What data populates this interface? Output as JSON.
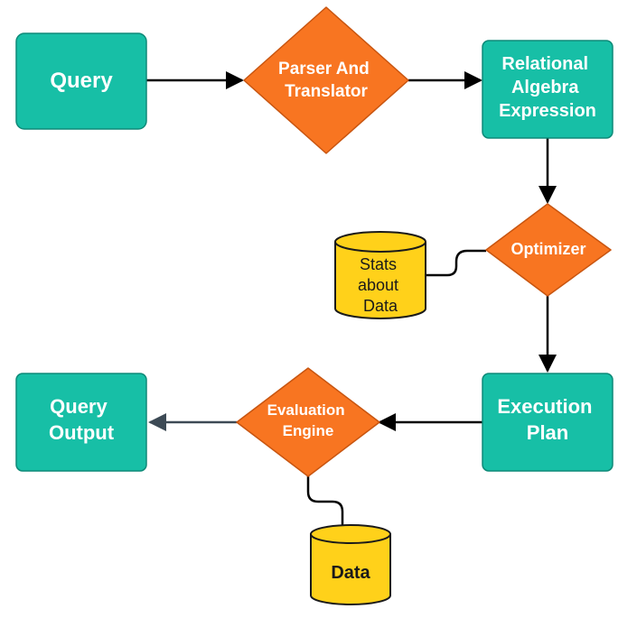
{
  "colors": {
    "process_fill": "#17bfa6",
    "process_stroke": "#0e8a78",
    "decision_fill": "#f87521",
    "decision_stroke": "#c85510",
    "store_fill": "#ffd11a",
    "store_stroke": "#1a1a1a",
    "connector": "#000000",
    "connector_muted": "#3d4a55"
  },
  "nodes": {
    "query": {
      "lines": [
        "Query"
      ]
    },
    "parser": {
      "lines": [
        "Parser And",
        "Translator"
      ]
    },
    "relational": {
      "lines": [
        "Relational",
        "Algebra",
        "Expression"
      ]
    },
    "optimizer": {
      "lines": [
        "Optimizer"
      ]
    },
    "stats": {
      "lines": [
        "Stats",
        "about",
        "Data"
      ]
    },
    "execution": {
      "lines": [
        "Execution",
        "Plan"
      ]
    },
    "evaluation": {
      "lines": [
        "Evaluation",
        "Engine"
      ]
    },
    "data": {
      "lines": [
        "Data"
      ]
    },
    "output": {
      "lines": [
        "Query",
        "Output"
      ]
    }
  }
}
